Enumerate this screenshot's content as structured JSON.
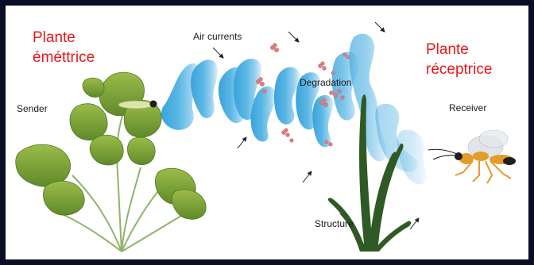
{
  "labels": {
    "emitter_line1": "Plante",
    "emitter_line2": "éméttrice",
    "receptor_line1": "Plante",
    "receptor_line2": "réceptrice",
    "sender": "Sender",
    "receiver": "Receiver",
    "air_currents": "Air currents",
    "degradation": "Degradation",
    "structure": "Structure"
  },
  "colors": {
    "frame": "#0a0f26",
    "panel": "#ffffff",
    "red_text": "#e8161b",
    "plume": "#4aa9dc",
    "plume_light": "#bfe3f4",
    "molecule": "#e07f83",
    "leaf": "#7aa236",
    "leaf_dark": "#4f7a24",
    "grass": "#2f5a25",
    "wasp_body": "#e39b2c"
  },
  "icons": {
    "arrow": "diagonal-arrow-icon",
    "molecule": "molecule-icon"
  }
}
